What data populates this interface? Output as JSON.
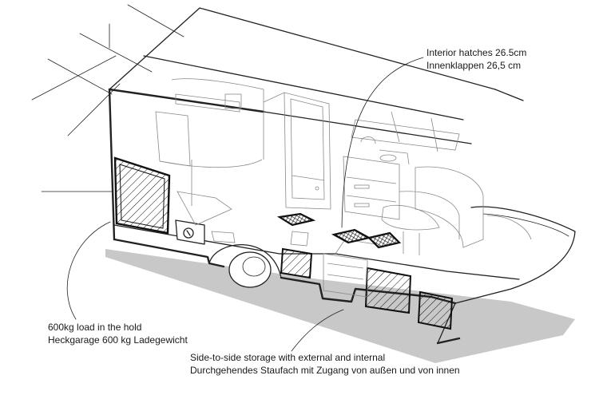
{
  "labels": {
    "interior_hatches": {
      "en": "Interior hatches 26.5cm",
      "de": "Innenklappen 26,5 cm"
    },
    "hold": {
      "en": "600kg load in the hold",
      "de": "Heckgarage 600 kg Ladegewicht"
    },
    "storage": {
      "en": "Side-to-side storage with external and internal",
      "de": "Durchgehendes Staufach mit Zugang von außen und von innen"
    }
  },
  "colors": {
    "line": "#222222",
    "shadow": "#c8c8c8",
    "faint": "#8a8a8a",
    "background": "#ffffff"
  }
}
